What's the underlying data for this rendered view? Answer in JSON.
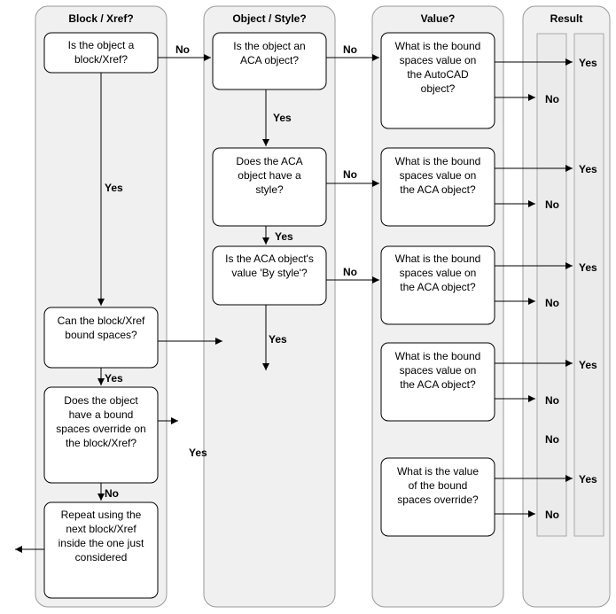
{
  "lanes": {
    "block": "Block / Xref?",
    "object": "Object / Style?",
    "value": "Value?",
    "result": "Result"
  },
  "boxes": {
    "is_block": [
      "Is the object a",
      "block/Xref?"
    ],
    "is_aca": [
      "Is the object an",
      "ACA object?"
    ],
    "has_style": [
      "Does the ACA",
      "object have a",
      "style?"
    ],
    "by_style": [
      "Is the ACA object's",
      "value 'By style'?"
    ],
    "can_bound": [
      "Can the block/Xref",
      "bound spaces?"
    ],
    "override": [
      "Does the object",
      "have a bound",
      "spaces override on",
      "the block/Xref?"
    ],
    "repeat": [
      "Repeat using the",
      "next block/Xref",
      "inside the one just",
      "considered"
    ],
    "val_autocad": [
      "What is the bound",
      "spaces value on",
      "the AutoCAD",
      "object?"
    ],
    "val_aca1": [
      "What is the bound",
      "spaces value on",
      "the ACA object?"
    ],
    "val_aca2": [
      "What is the bound",
      "spaces value on",
      "the ACA object?"
    ],
    "val_aca3": [
      "What is the bound",
      "spaces value on",
      "the ACA object?"
    ],
    "val_override": [
      "What is the value",
      "of the bound",
      "spaces override?"
    ]
  },
  "labels": {
    "yes": "Yes",
    "no": "No"
  }
}
